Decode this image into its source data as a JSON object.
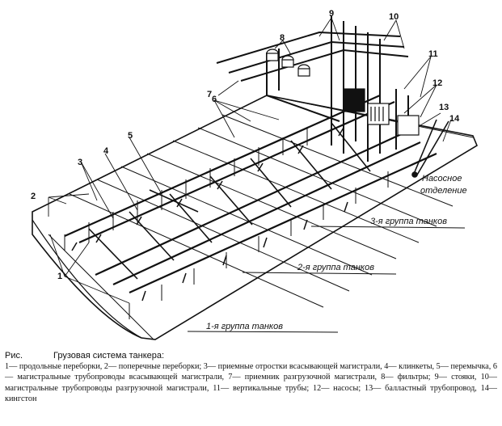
{
  "figure": {
    "labels": {
      "n1": "1",
      "n2": "2",
      "n3": "3",
      "n4": "4",
      "n5": "5",
      "n6": "6",
      "n7": "7",
      "n8": "8",
      "n9": "9",
      "n10": "10",
      "n11": "11",
      "n12": "12",
      "n13": "13",
      "n14": "14"
    },
    "pump_room_line1": "Насосное",
    "pump_room_line2": "отделение",
    "group1": "1-я группа танков",
    "group2": "2-я группа танков",
    "group3": "3-я группа танков"
  },
  "caption": {
    "prefix": "Рис.",
    "title": "Грузовая система танкера:",
    "legend": "1— продольные переборки, 2— поперечные переборки; 3— приемные отростки всасывающей магистрали, 4— клинкеты, 5— перемычка, 6— магистральные трубопроводы всасывающей магистрали, 7— приемник разгрузочной магистрали, 8— фильтры; 9— стояки, 10— магистральные трубопроводы разгрузочной магистрали, 11— вертикальные трубы; 12— насосы; 13— балластный трубопровод, 14— кингстон"
  }
}
